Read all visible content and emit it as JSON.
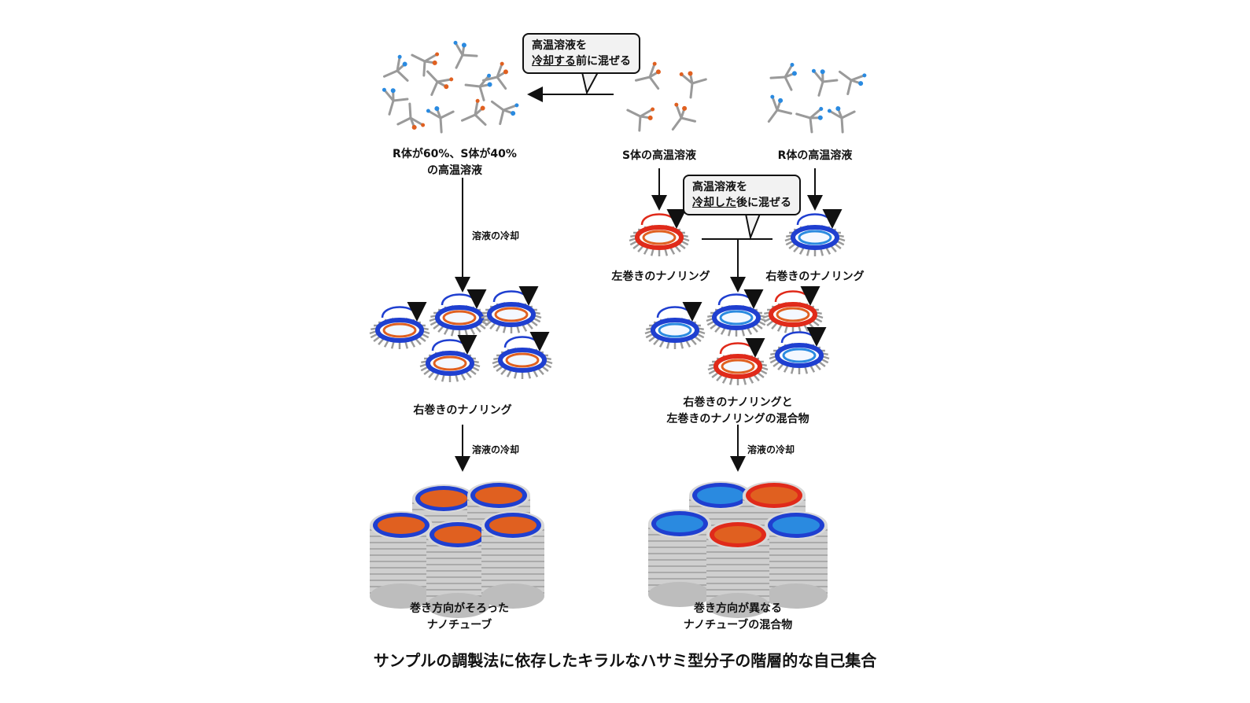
{
  "callouts": {
    "before_line1": "高温溶液を",
    "before_line2_u": "冷却する",
    "before_line2_rest": "前に混ぜる",
    "after_line1": "高温溶液を",
    "after_line2_u": "冷却した",
    "after_line2_rest": "後に混ぜる"
  },
  "labels": {
    "mixed_solution_line1": "R体が60%、S体が40%",
    "mixed_solution_line2": "の高温溶液",
    "s_solution": "S体の高温溶液",
    "r_solution": "R体の高温溶液",
    "cooling_1": "溶液の冷却",
    "left_ring": "左巻きのナノリング",
    "right_ring_top": "右巻きのナノリング",
    "right_rings_group": "右巻きのナノリング",
    "mixture_line1": "右巻きのナノリングと",
    "mixture_line2": "左巻きのナノリングの混合物",
    "cooling_2": "溶液の冷却",
    "cooling_3": "溶液の冷却",
    "tubes_same_line1": "巻き方向がそろった",
    "tubes_same_line2": "ナノチューブ",
    "tubes_diff_line1": "巻き方向が異なる",
    "tubes_diff_line2": "ナノチューブの混合物"
  },
  "title": "サンプルの調製法に依存したキラルなハサミ型分子の階層的な自己集合",
  "colors": {
    "blue": "#1f3fd0",
    "red": "#e02a1a",
    "orange": "#e06020",
    "lightblue": "#2a8ae0",
    "gray": "#9a9a9a"
  }
}
